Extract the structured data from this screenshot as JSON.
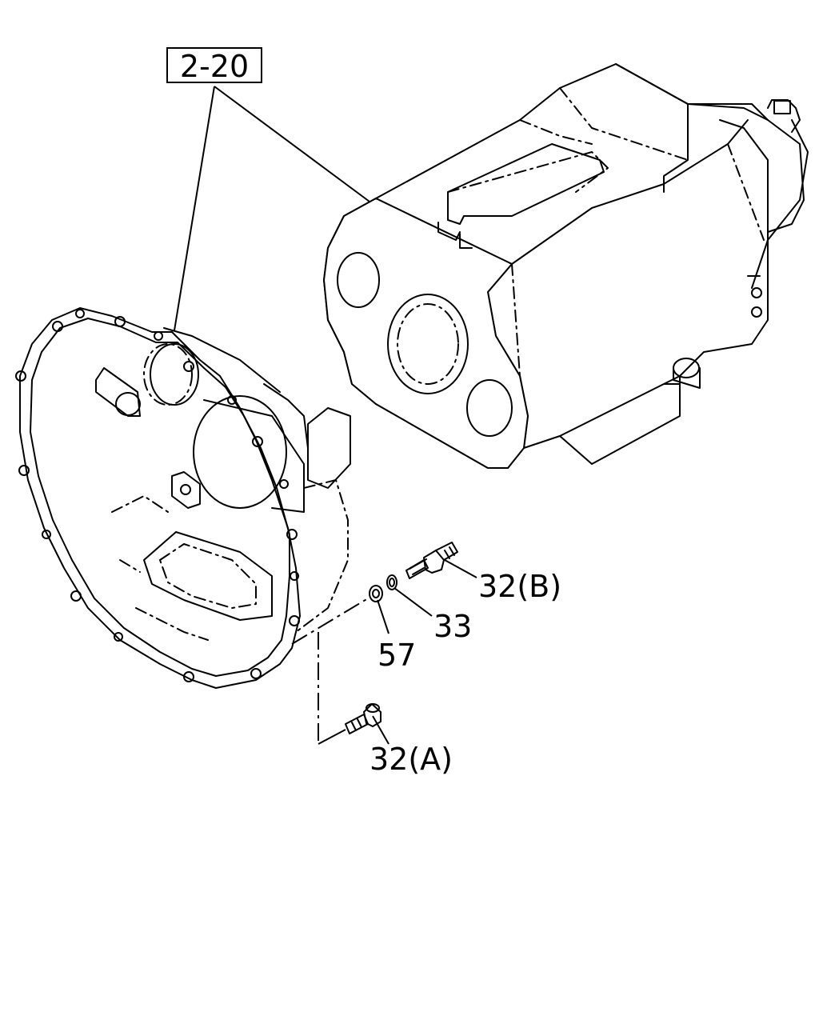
{
  "diagram": {
    "reference_label": "2-20",
    "callouts": [
      {
        "id": "32b",
        "label": "32(B)"
      },
      {
        "id": "33",
        "label": "33"
      },
      {
        "id": "57",
        "label": "57"
      },
      {
        "id": "32a",
        "label": "32(A)"
      }
    ]
  }
}
